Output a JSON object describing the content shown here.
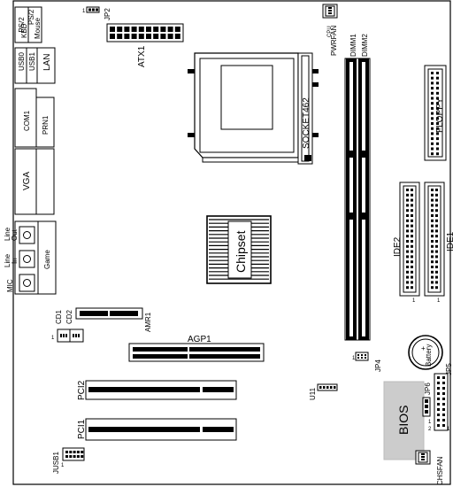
{
  "labels": {
    "ps2_kbd": "PS/2 KBD",
    "ps2_kbd_l1": "PS/2",
    "ps2_kbd_l2": "KBD",
    "ps2_mouse_l1": "PS/2",
    "ps2_mouse_l2": "Mouse",
    "jp2": "JP2",
    "jp2_pin1": "1",
    "atx1": "ATX1",
    "cpu": "CPU",
    "pwrfan": "PWRFAN",
    "dimm1": "DIMM1",
    "dimm2": "DIMM2",
    "usb0": "USB0",
    "usb1": "USB1",
    "lan": "LAN",
    "socket": "SOCKET462",
    "floppy": "FLOPPY",
    "com1": "COM1",
    "prn1": "PRN1",
    "vga": "VGA",
    "line_out_l1": "Line",
    "line_out_l2": "Out",
    "line_in_l1": "Line",
    "line_in_l2": "In",
    "game": "Game",
    "mic": "MIC",
    "chipset": "Chipset",
    "ide2": "IDE2",
    "ide1": "IDE1",
    "pin_1": "1",
    "cd1": "CD1",
    "cd2": "CD2",
    "amr1": "AMR1",
    "agp1": "AGP1",
    "battery_plus": "+",
    "battery": "Battery",
    "jp4": "JP4",
    "jp5": "JP5",
    "jp6": "JP6",
    "u11": "U11",
    "pci2": "PCI2",
    "pci1": "PCI1",
    "bios": "BIOS",
    "jusb1": "JUSB1",
    "chsfan": "CHSFAN",
    "pin_2": "2",
    "pin_1b": "1"
  }
}
